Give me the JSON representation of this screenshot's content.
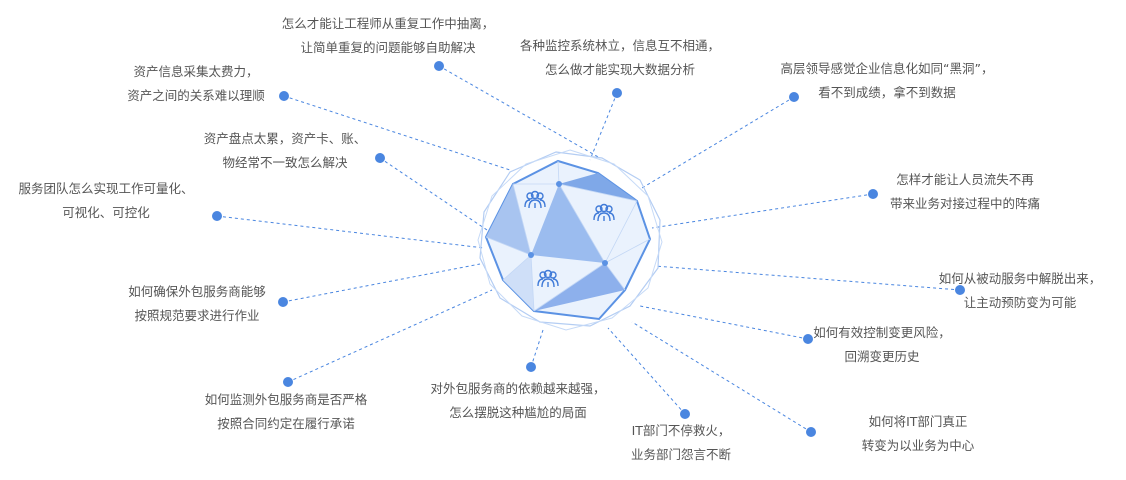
{
  "colors": {
    "accent": "#4a86e0",
    "line": "#4a86e0",
    "text": "#555555",
    "fill_light": "#eaf2fd",
    "fill_dark": "#86aceb"
  },
  "center_icon": "people-group-icon",
  "pain_points": [
    {
      "line1": "怎么才能让工程师从重复工作中抽离，",
      "line2": "让简单重复的问题能够自助解决"
    },
    {
      "line1": "各种监控系统林立，信息互不相通，",
      "line2": "怎么做才能实现大数据分析"
    },
    {
      "line1": "高层领导感觉企业信息化如同“黑洞”，",
      "line2": "看不到成绩，拿不到数据"
    },
    {
      "line1": "资产信息采集太费力，",
      "line2": "资产之间的关系难以理顺"
    },
    {
      "line1": "资产盘点太累，资产卡、账、",
      "line2": "物经常不一致怎么解决"
    },
    {
      "line1": "怎样才能让人员流失不再",
      "line2": "带来业务对接过程中的阵痛"
    },
    {
      "line1": "服务团队怎么实现工作可量化、",
      "line2": "可视化、可控化"
    },
    {
      "line1": "如何从被动服务中解脱出来，",
      "line2": "让主动预防变为可能"
    },
    {
      "line1": "如何确保外包服务商能够",
      "line2": "按照规范要求进行作业"
    },
    {
      "line1": "如何有效控制变更风险，",
      "line2": "回溯变更历史"
    },
    {
      "line1": "如何监测外包服务商是否严格",
      "line2": "按照合同约定在履行承诺"
    },
    {
      "line1": "对外包服务商的依赖越来越强，",
      "line2": "怎么摆脱这种尴尬的局面"
    },
    {
      "line1": "IT部门不停救火，",
      "line2": "业务部门怨言不断"
    },
    {
      "line1": "如何将IT部门真正",
      "line2": "转变为以业务为中心"
    }
  ]
}
